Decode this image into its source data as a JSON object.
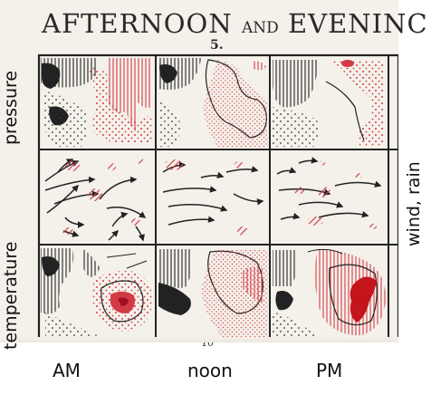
{
  "title": {
    "part1": "AFTERNOON",
    "part2": "AND",
    "part3": "EVENINC"
  },
  "page_number": "5.",
  "bottom_number": "10",
  "row_labels": {
    "pressure": "pressure",
    "wind_rain": "wind, rain",
    "temperature": "temperature"
  },
  "column_labels": [
    "AM",
    "noon",
    "PM"
  ],
  "colors": {
    "ink": "#222222",
    "red": "#d23b46",
    "dark_red": "#b01020",
    "paper": "#f4f1ea"
  }
}
